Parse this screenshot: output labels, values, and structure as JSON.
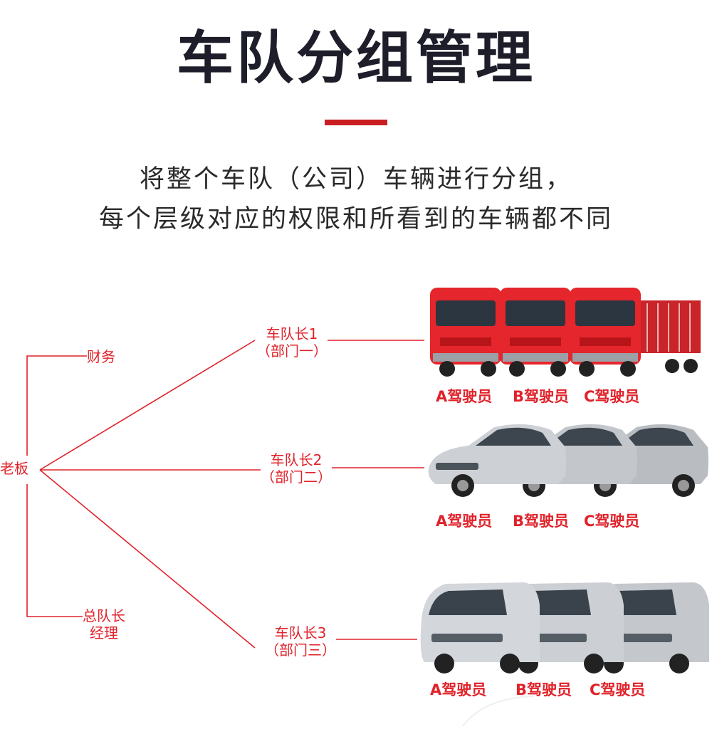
{
  "header": {
    "title": "车队分组管理",
    "subtitle_line1": "将整个车队（公司）车辆进行分组，",
    "subtitle_line2": "每个层级对应的权限和所看到的车辆都不同"
  },
  "tree": {
    "root": "老板",
    "finance": "财务",
    "chief": {
      "line1": "总队长",
      "line2": "经理"
    },
    "captains": [
      {
        "line1": "车队长1",
        "line2": "（部门一）"
      },
      {
        "line1": "车队长2",
        "line2": "（部门二）"
      },
      {
        "line1": "车队长3",
        "line2": "（部门三）"
      }
    ]
  },
  "vehicle_groups": [
    {
      "type": "truck",
      "color": "#e5262c",
      "drivers": [
        "A驾驶员",
        "B驾驶员",
        "C驾驶员"
      ]
    },
    {
      "type": "car",
      "color": "#b9bdc2",
      "drivers": [
        "A驾驶员",
        "B驾驶员",
        "C驾驶员"
      ]
    },
    {
      "type": "van",
      "color": "#c4c8cc",
      "drivers": [
        "A驾驶员",
        "B驾驶员",
        "C驾驶员"
      ]
    }
  ],
  "colors": {
    "accent": "#c81e22",
    "line": "#e0222a",
    "title": "#1e1e2a"
  }
}
